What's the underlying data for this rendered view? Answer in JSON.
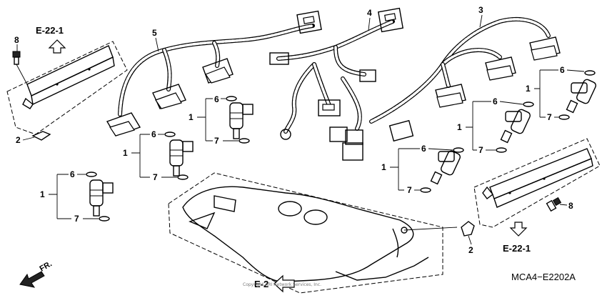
{
  "labels": {
    "ref_top_left": "E-22-1",
    "ref_bottom_right": "E-22-1",
    "ref_bottom": "E-2",
    "direction": "FR.",
    "diagram_code": "MCA4−E2202A",
    "copyright": "Copyright ARI Network Services, Inc.",
    "callouts": {
      "n1": "1",
      "n2": "2",
      "n3": "3",
      "n4": "4",
      "n5": "5",
      "n6": "6",
      "n7": "7",
      "n8": "8"
    }
  }
}
